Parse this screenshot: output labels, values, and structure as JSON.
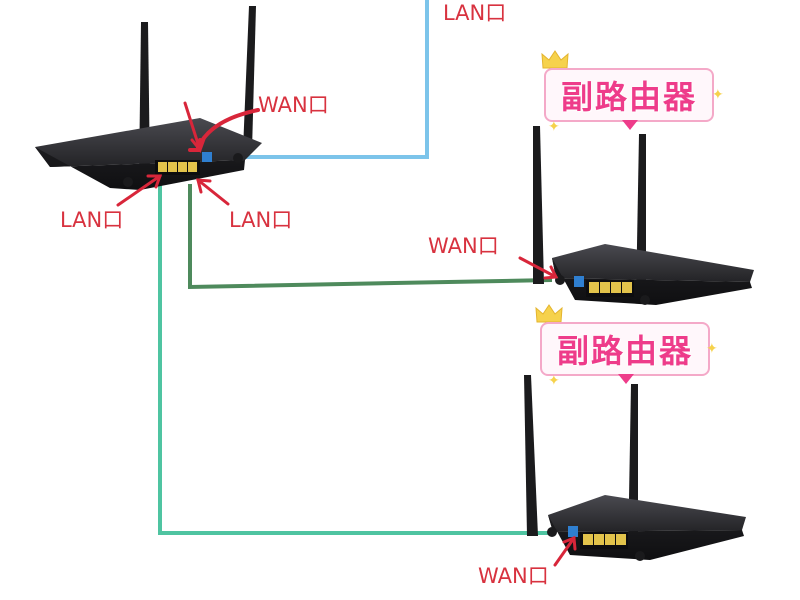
{
  "labels": {
    "lan_top_right": "LAN口",
    "wan_main": "WAN口",
    "lan_main_left": "LAN口",
    "lan_main_right": "LAN口",
    "wan_sub1": "WAN口",
    "wan_sub2": "WAN口",
    "sub_router_1": "副路由器",
    "sub_router_2": "副路由器"
  },
  "colors": {
    "cable_blue": "#7cc4ea",
    "cable_green_dark": "#4e8a5c",
    "cable_teal": "#4fc4a1",
    "arrow_red": "#d8263a",
    "label_red": "#d8323f",
    "badge_pink": "#ee3c8a",
    "router_body": "#2b2b2e",
    "port_yellow": "#e2c34b",
    "port_blue": "#2f7fd0"
  },
  "icons": {
    "router": "router-icon",
    "crown": "crown-icon",
    "arrow": "red-arrow-icon"
  }
}
